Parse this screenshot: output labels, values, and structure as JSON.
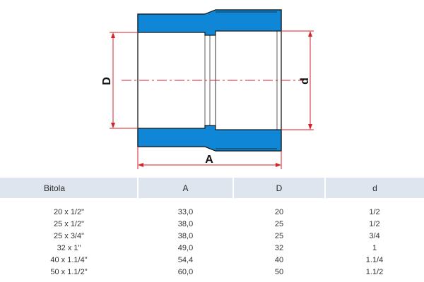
{
  "diagram": {
    "labels": {
      "A": "A",
      "D": "D",
      "d": "d"
    },
    "colors": {
      "pipe_fill": "#0f86d6",
      "outline": "#1a1a1a",
      "dimension_line": "#d6222b",
      "centerline": "#d6222b"
    }
  },
  "table": {
    "headers": [
      "Bitola",
      "A",
      "D",
      "d"
    ],
    "rows": [
      [
        "20 x 1/2\"",
        "33,0",
        "20",
        "1/2"
      ],
      [
        "25 x 1/2\"",
        "38,0",
        "25",
        "1/2"
      ],
      [
        "25 x 3/4\"",
        "38,0",
        "25",
        "3/4"
      ],
      [
        "32 x 1\"",
        "49,0",
        "32",
        "1"
      ],
      [
        "40 x 1.1/4\"",
        "54,4",
        "40",
        "1.1/4"
      ],
      [
        "50 x 1.1/2\"",
        "60,0",
        "50",
        "1.1/2"
      ]
    ],
    "header_bg": "#dfe5ee"
  }
}
